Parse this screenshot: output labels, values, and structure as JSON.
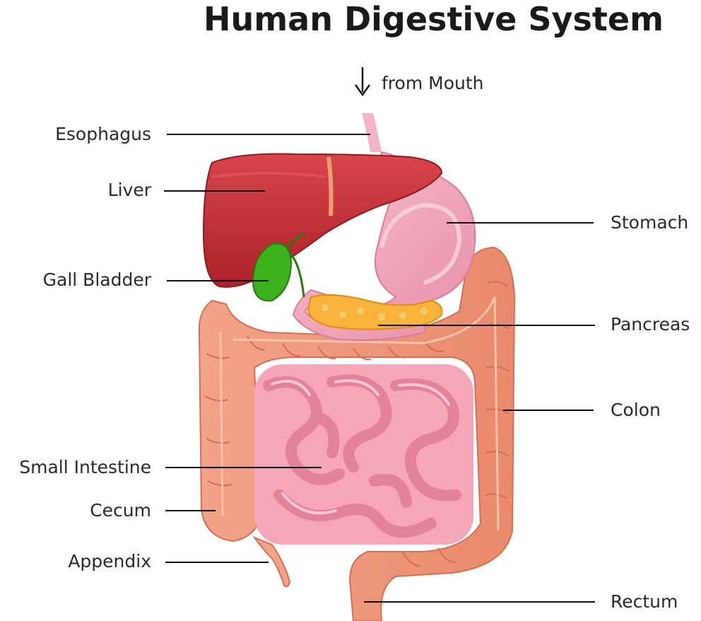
{
  "title": "Human Digestive System",
  "from_mouth": "from Mouth",
  "labels": {
    "esophagus": "Esophagus",
    "liver": "Liver",
    "gall_bladder": "Gall Bladder",
    "small_intestine": "Small Intestine",
    "cecum": "Cecum",
    "appendix": "Appendix",
    "stomach": "Stomach",
    "pancreas": "Pancreas",
    "colon": "Colon",
    "rectum": "Rectum"
  }
}
